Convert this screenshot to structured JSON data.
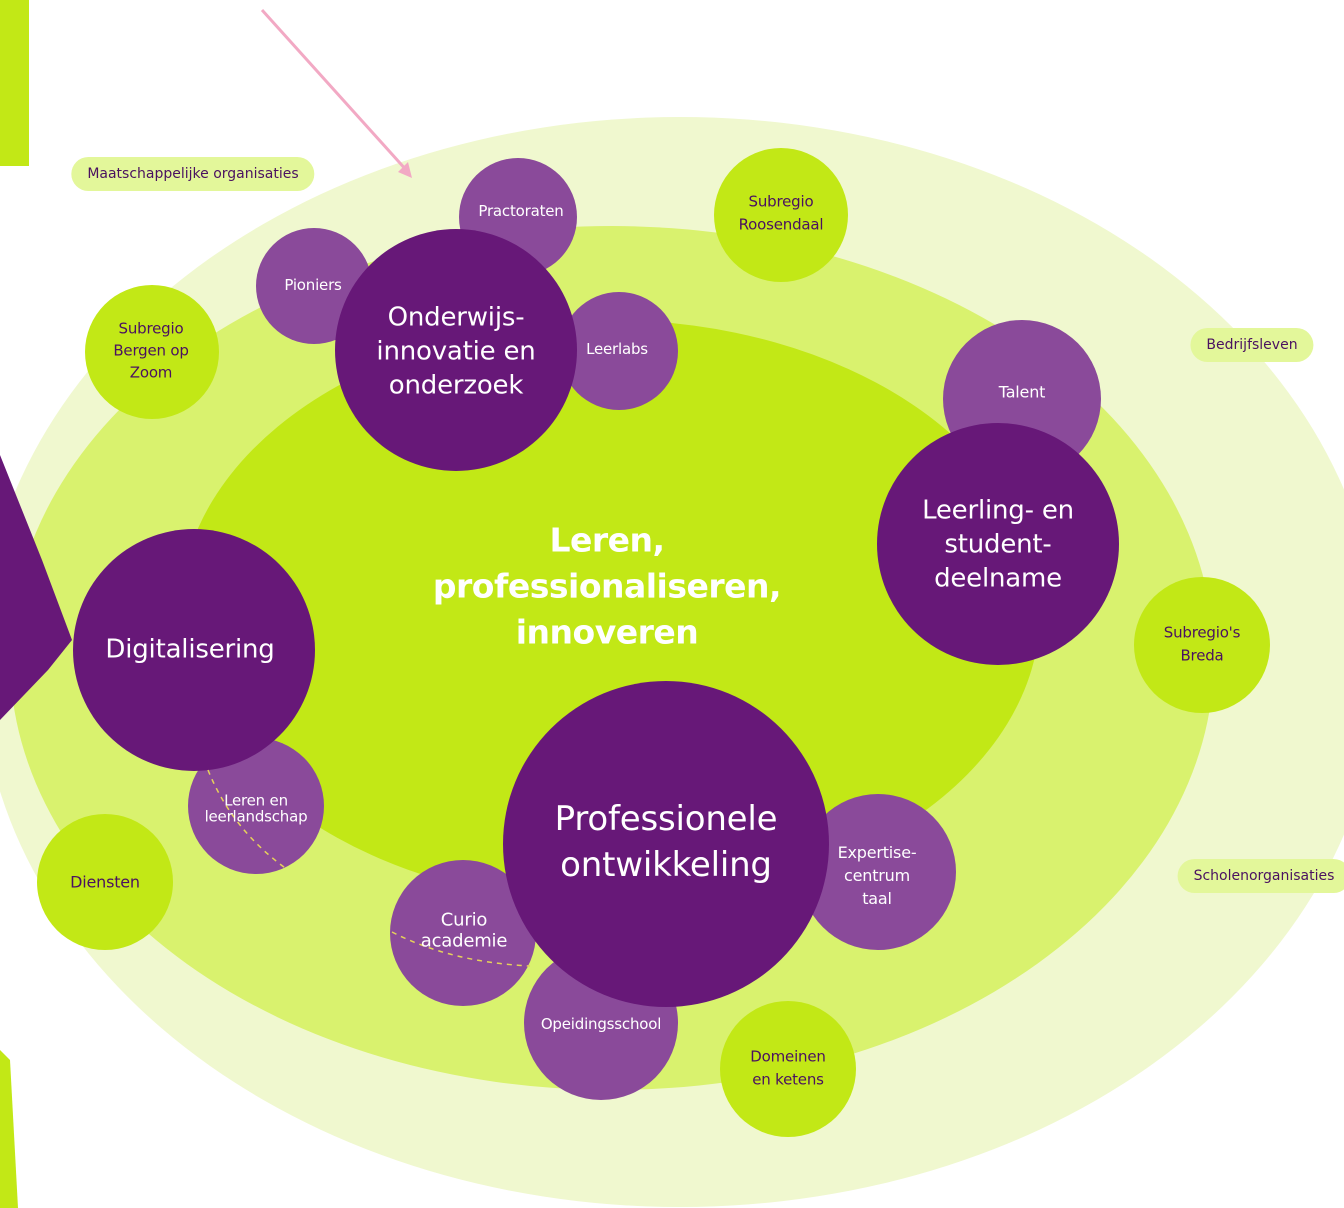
{
  "center": {
    "title": "Leren,\nprofessionaliseren,\ninnoveren"
  },
  "pillars": {
    "onderwijsinnovatie": "Onderwijs-\ninnovatie en\nonderzoek",
    "leerling": "Leerling- en\nstudent-\ndeelname",
    "digitalisering": "Digitalisering",
    "professionele": "Professionele\nontwikkeling"
  },
  "sub_items": {
    "practoraten": "Practoraten",
    "pioniers": "Pioniers",
    "leerlabs": "Leerlabs",
    "talent": "Talent",
    "leren_leerlandschap": "Leren en\nleerlandschap",
    "expertisecentrum": "Expertise-\ncentrum\ntaal",
    "curio_academie": "Curio\nacademie",
    "opleidingsschool": "Opeidingsschool"
  },
  "regions": {
    "roosendaal": "Subregio\nRoosendaal",
    "bergen_op_zoom": "Subregio\nBergen op\nZoom",
    "breda": "Subregio's\nBreda",
    "diensten": "Diensten",
    "domeinen": "Domeinen\nen ketens"
  },
  "stakeholders": {
    "maatschappelijk": "Maatschappelijke organisaties",
    "bedrijfsleven": "Bedrijfsleven",
    "scholenorganisaties": "Scholenorganisaties"
  },
  "colors": {
    "outer_ring": "#f0f8cf",
    "middle_ring": "#d9f26e",
    "inner_core": "#c2e816",
    "lime": "#c2e816",
    "dark_purple": "#671878",
    "light_purple": "#8a4a9a",
    "pill": "#e3f79a",
    "arrow": "#f2a9c4",
    "dashed_line": "#e6d25a"
  }
}
